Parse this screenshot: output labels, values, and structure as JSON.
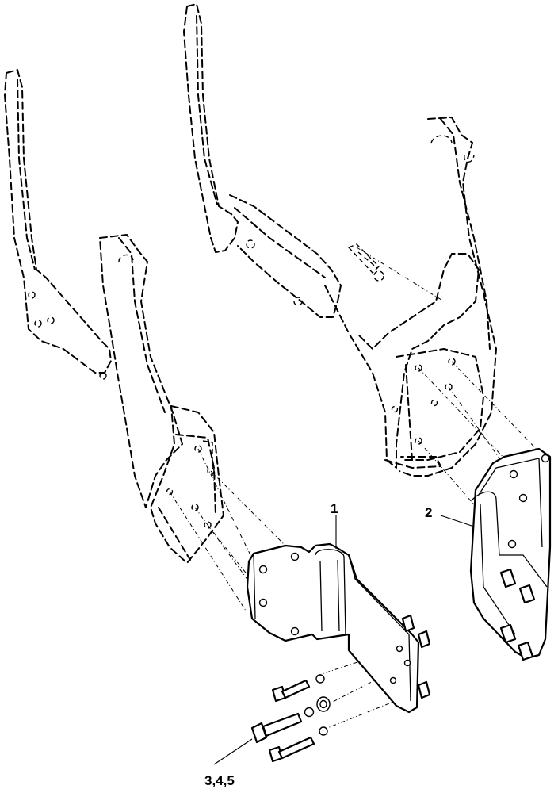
{
  "callouts": {
    "part_1": "1",
    "part_2": "2",
    "fasteners": "3,4,5"
  }
}
